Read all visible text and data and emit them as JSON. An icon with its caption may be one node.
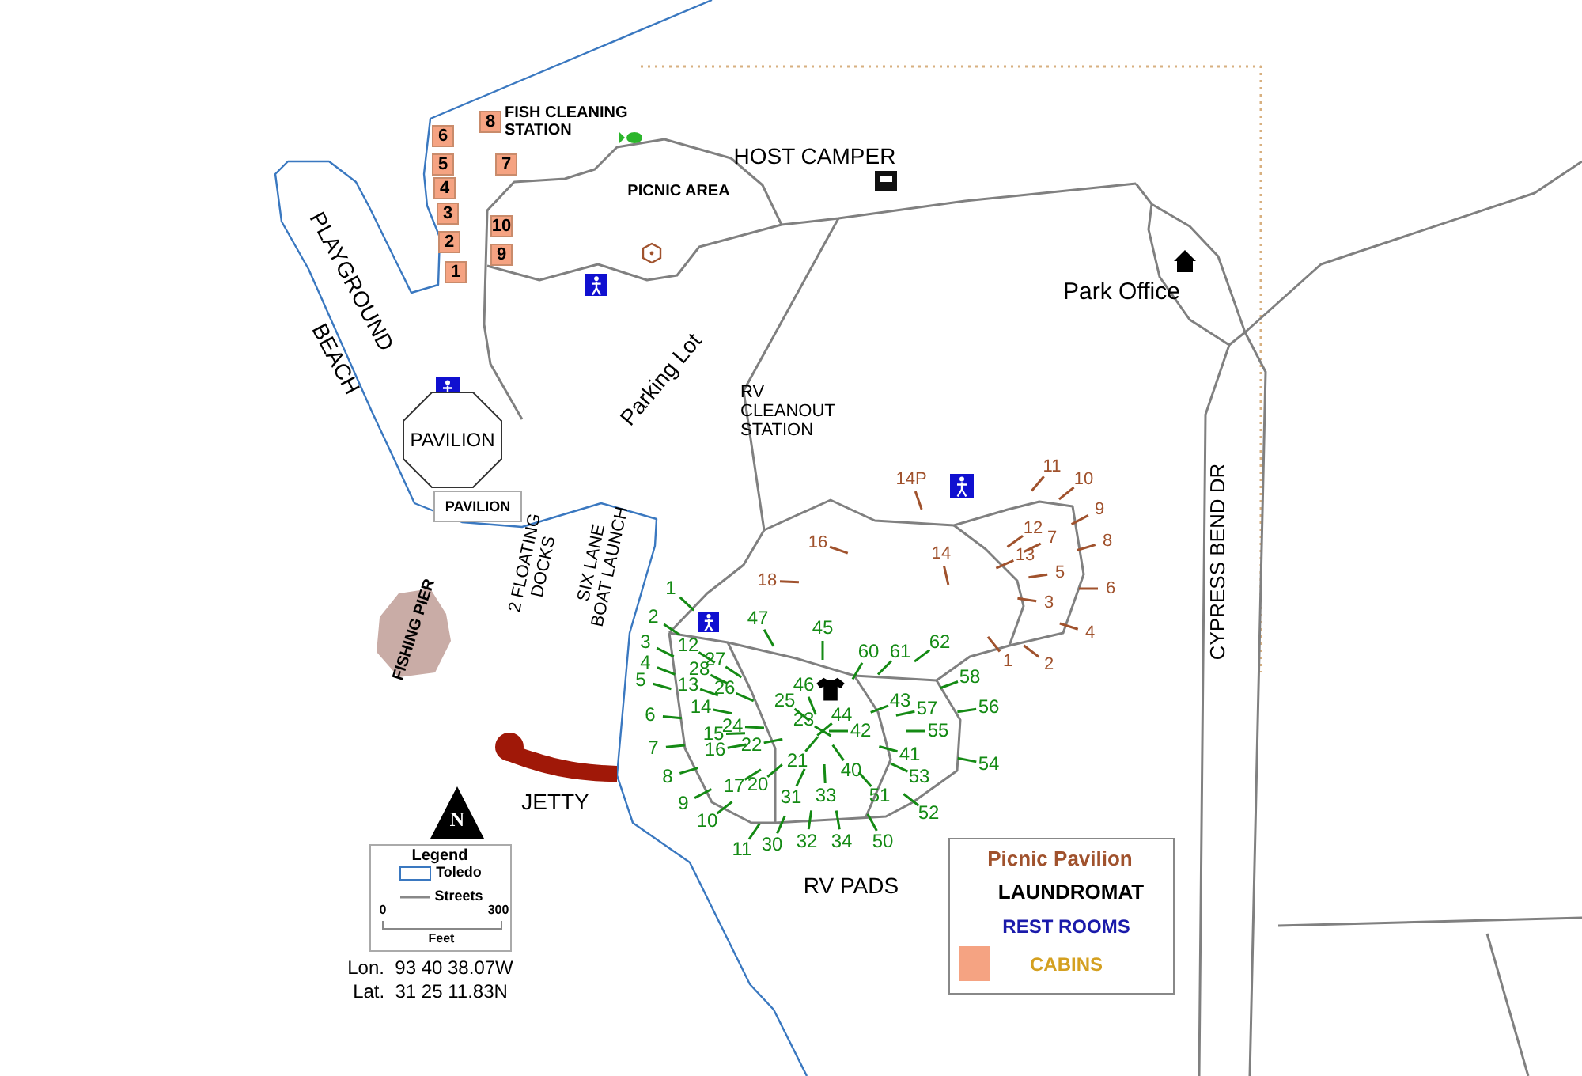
{
  "diagram": {
    "nodes": [
      {
        "text": [
          "8"
        ]
      },
      {
        "text": [
          "6"
        ]
      },
      {
        "text": [
          "7"
        ]
      },
      {
        "text": [
          "5"
        ]
      },
      {
        "text": [
          "4"
        ]
      },
      {
        "text": [
          "3"
        ]
      },
      {
        "text": [
          "10"
        ]
      },
      {
        "text": [
          "2"
        ]
      },
      {
        "text": [
          "9"
        ]
      },
      {
        "text": [
          "1"
        ]
      },
      {
        "text": [
          "PAVILION"
        ]
      },
      {
        "text": [
          "PAVILION"
        ]
      }
    ],
    "edges": [],
    "labels": [
      "FISH CLEANING STATION",
      "HOST CAMPER",
      "PICNIC AREA",
      "PLAYGROUND",
      "Park Office",
      "BEACH",
      "Parking Lot",
      "RV CLEANOUT STATION",
      "11",
      "14P",
      "10",
      "9",
      "16",
      "14",
      "13",
      "12",
      "7",
      "8",
      "2 FLOATING DOCKS",
      "SIX LANE BOAT LAUNCH",
      "1",
      "18",
      "5",
      "6",
      "CYPRESS BEND DR",
      "3",
      "FISHING PIER",
      "2",
      "47",
      "45",
      "4",
      "3",
      "12",
      "60",
      "61",
      "62",
      "4",
      "28",
      "27",
      "1",
      "2",
      "5",
      "13",
      "26",
      "46",
      "58",
      "14",
      "25",
      "43",
      "57",
      "56",
      "6",
      "23",
      "44",
      "15",
      "24",
      "42",
      "55",
      "7",
      "16",
      "22",
      "21",
      "41",
      "54",
      "8",
      "40",
      "53",
      "17",
      "20",
      "JETTY",
      "9",
      "31",
      "33",
      "51",
      "N",
      "10",
      "52",
      "11",
      "30",
      "32",
      "34",
      "50",
      "Legend",
      "RV PADS",
      "0",
      "300",
      "Feet",
      "Lon.  93 40 38.07W",
      "Lat.  31 25 11.83N"
    ],
    "legend": [
      {
        "text": "Toledo"
      },
      {
        "text": "Streets"
      },
      {
        "text": "Picnic Pavilion"
      },
      {
        "text": "LAUNDROMAT"
      },
      {
        "text": "REST ROOMS"
      },
      {
        "text": "CABINS",
        "color": "#f5a382"
      }
    ]
  }
}
